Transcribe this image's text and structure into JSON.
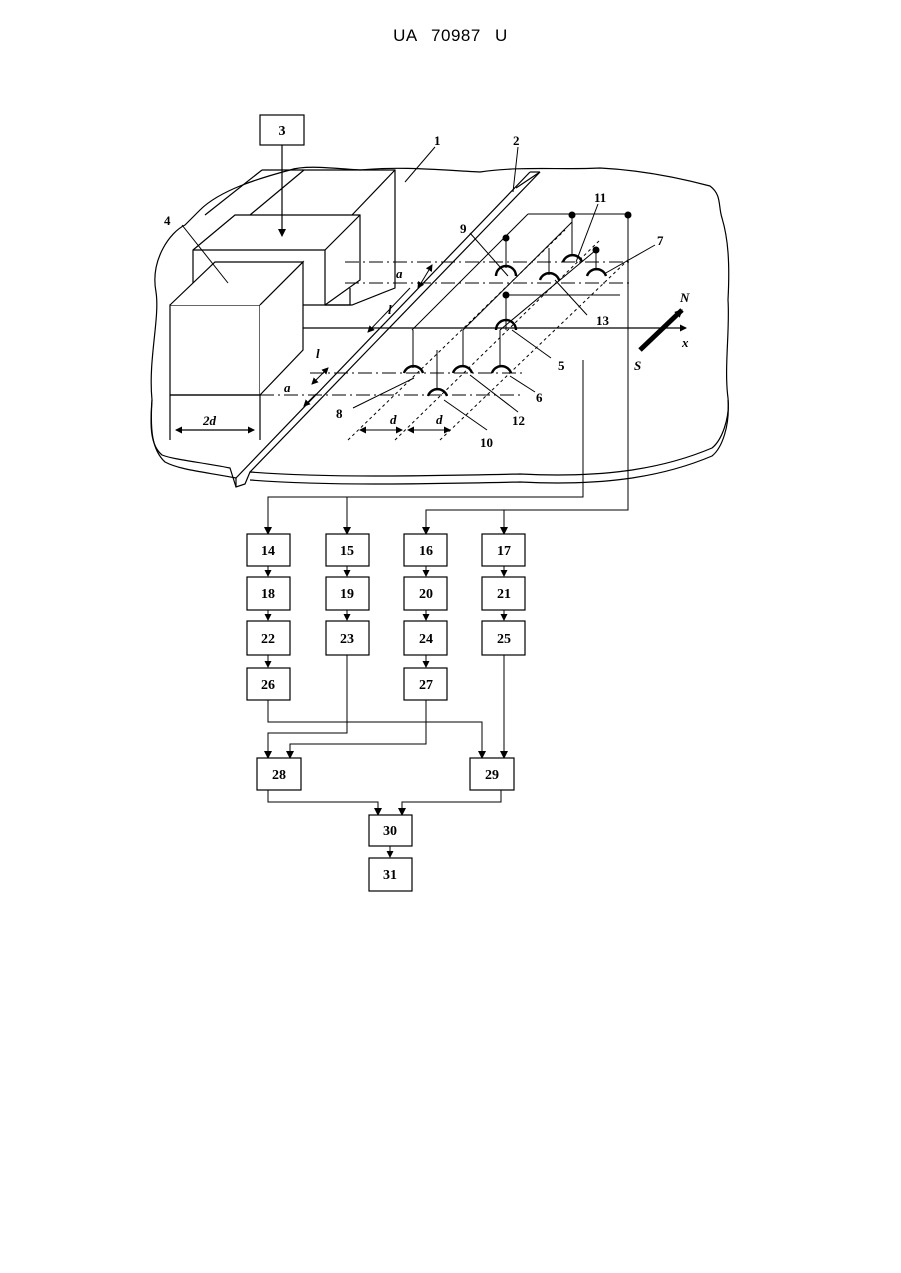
{
  "header": {
    "text": "UA 70987 U"
  },
  "labels": {
    "l1": "1",
    "l2": "2",
    "l3": "3",
    "l4": "4",
    "l5": "5",
    "l6": "6",
    "l7": "7",
    "l8": "8",
    "l9": "9",
    "l10": "10",
    "l11": "11",
    "l12": "12",
    "l13": "13",
    "a": "a",
    "l": "l",
    "d": "d",
    "two_d": "2d",
    "N": "N",
    "S": "S",
    "x": "x"
  },
  "blocks": {
    "b3": "3",
    "b14": "14",
    "b15": "15",
    "b16": "16",
    "b17": "17",
    "b18": "18",
    "b19": "19",
    "b20": "20",
    "b21": "21",
    "b22": "22",
    "b23": "23",
    "b24": "24",
    "b25": "25",
    "b26": "26",
    "b27": "27",
    "b28": "28",
    "b29": "29",
    "b30": "30",
    "b31": "31"
  }
}
